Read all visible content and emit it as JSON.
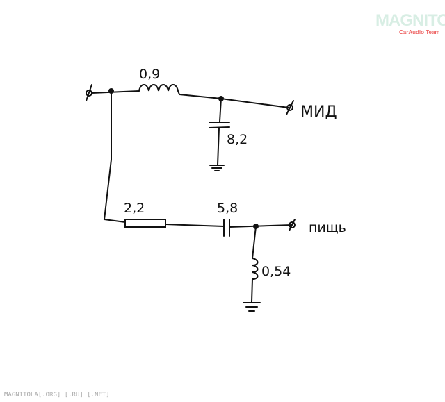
{
  "watermark": {
    "logo": "MAGNITOLA",
    "tagline": "CarAudio Team",
    "footer": "MAGNITOLA[.ORG] [.RU] [.NET]"
  },
  "labels": {
    "l1": "0,9",
    "c1": "8,2",
    "out1": "МИД",
    "r1": "2,2",
    "c2": "5,8",
    "l2": "0,54",
    "out2": "пищь"
  }
}
